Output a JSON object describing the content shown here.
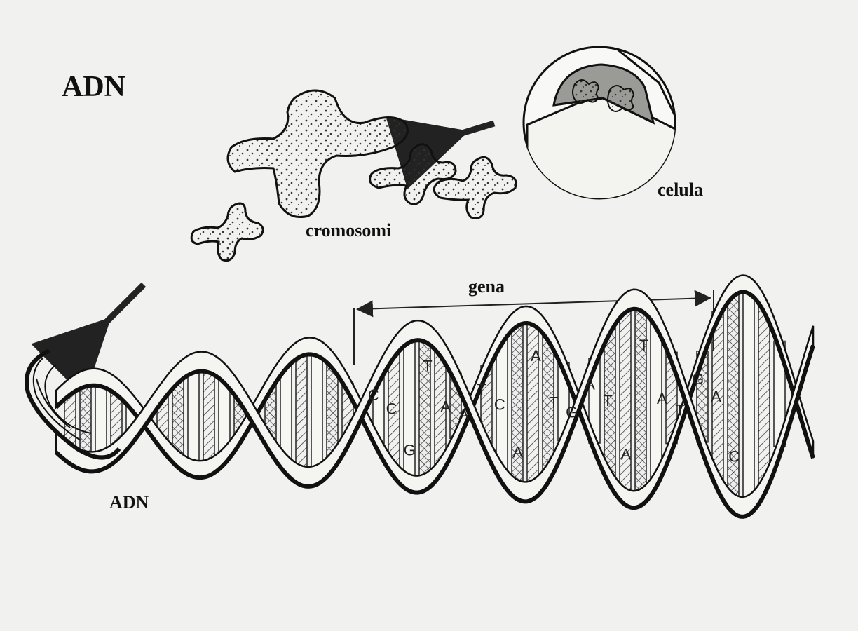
{
  "labels": {
    "title": "ADN",
    "chromosomes": "cromosomi",
    "cell": "celula",
    "gene": "gena",
    "dna": "ADN"
  },
  "bases": [
    "C",
    "C",
    "G",
    "T",
    "A",
    "A",
    "T",
    "C",
    "A",
    "A",
    "T",
    "G",
    "A",
    "T",
    "A",
    "T",
    "A",
    "T",
    "G",
    "A",
    "C"
  ]
}
